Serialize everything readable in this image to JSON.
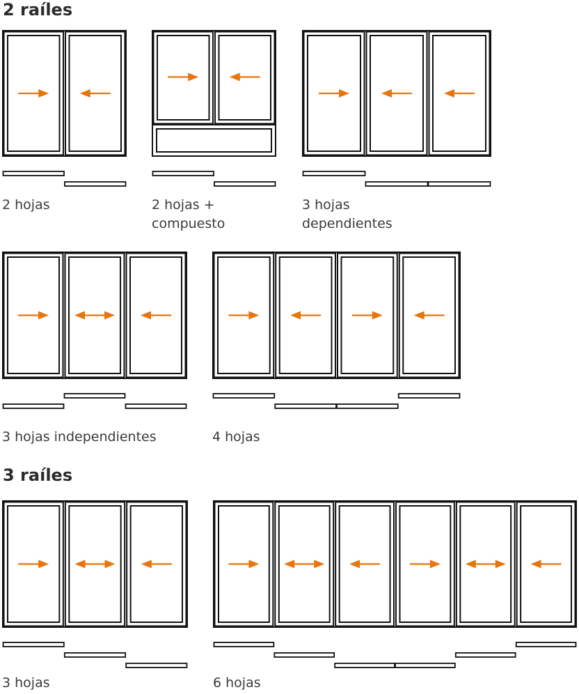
{
  "sections": [
    {
      "heading": "2 raíles",
      "configs": [
        {
          "caption": [
            "2 hojas"
          ],
          "tracks": [
            0,
            1
          ],
          "arrows": [
            "right",
            "left"
          ],
          "transom": false
        },
        {
          "caption": [
            "2 hojas +",
            "compuesto"
          ],
          "tracks": [
            0,
            1
          ],
          "arrows": [
            "right",
            "left"
          ],
          "transom": true
        },
        {
          "caption": [
            "3 hojas",
            "dependientes"
          ],
          "tracks": [
            0,
            1,
            1
          ],
          "arrows": [
            "right",
            "left",
            "left"
          ],
          "transom": false
        },
        {
          "caption": [
            "3 hojas independientes"
          ],
          "tracks": [
            1,
            0,
            1
          ],
          "arrows": [
            "right",
            "both",
            "left"
          ],
          "transom": false
        },
        {
          "caption": [
            "4 hojas"
          ],
          "tracks": [
            0,
            1,
            1,
            0
          ],
          "arrows": [
            "right",
            "left",
            "right",
            "left"
          ],
          "transom": false
        }
      ]
    },
    {
      "heading": "3 raíles",
      "configs": [
        {
          "caption": [
            "3 hojas"
          ],
          "tracks": [
            0,
            1,
            2
          ],
          "arrows": [
            "right",
            "both",
            "left"
          ],
          "transom": false
        },
        {
          "caption": [
            "6 hojas"
          ],
          "tracks": [
            0,
            1,
            2,
            2,
            1,
            0
          ],
          "arrows": [
            "right",
            "both",
            "left",
            "right",
            "both",
            "left"
          ],
          "transom": false
        }
      ]
    }
  ],
  "colors": {
    "frame": "#111111",
    "arrow": "#e8740c",
    "text": "#3a3a3a"
  }
}
